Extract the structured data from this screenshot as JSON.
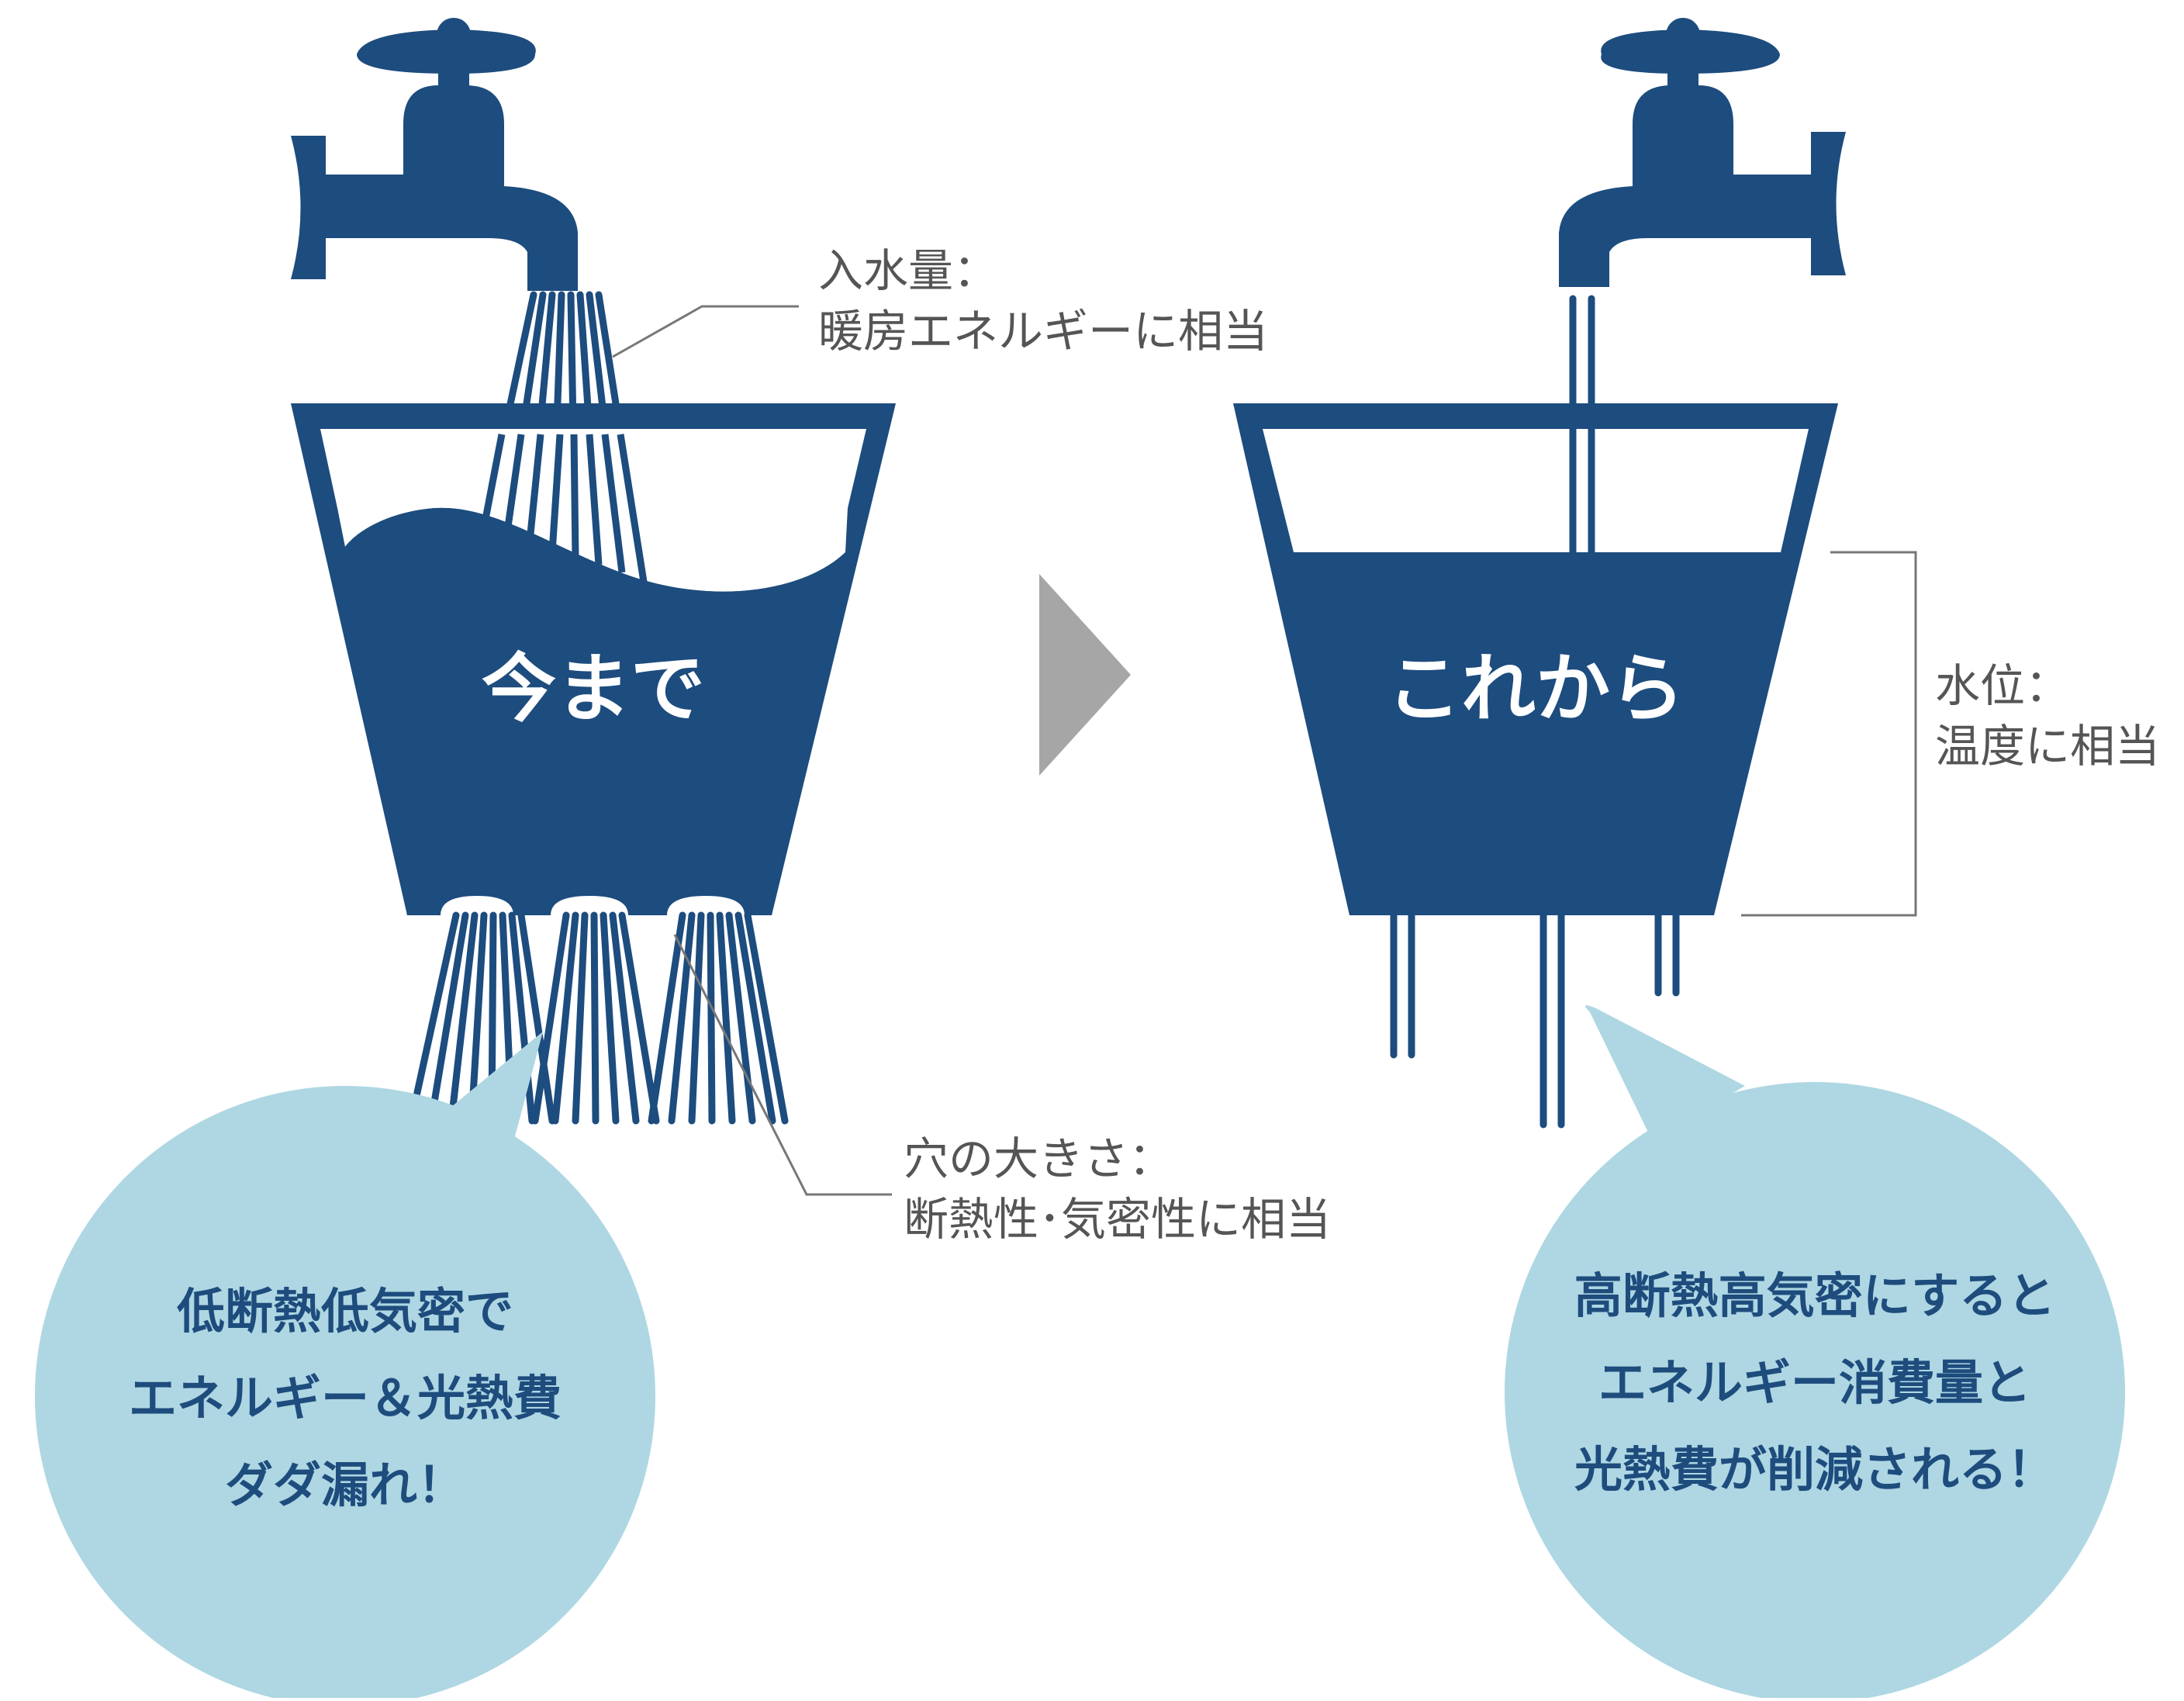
{
  "colors": {
    "primary": "#1d4c7e",
    "bubble": "#aed7e3",
    "arrow": "#a6a6a6",
    "annotation_line": "#777777",
    "annotation_text": "#555555"
  },
  "left_panel": {
    "label": "今まで",
    "bubble_lines": [
      "低断熱低気密で",
      "エネルギー＆光熱費",
      "ダダ漏れ！"
    ]
  },
  "right_panel": {
    "label": "これから",
    "bubble_lines": [
      "高断熱高気密にすると",
      "エネルギー消費量と",
      "光熱費が削減される！"
    ]
  },
  "annotations": {
    "inflow": {
      "line1": "入水量：",
      "line2": "暖房エネルギーに相当"
    },
    "holes": {
      "line1": "穴の大きさ：",
      "line2": "断熱性･気密性に相当"
    },
    "water_level": {
      "line1": "水位：",
      "line2": "温度に相当"
    }
  },
  "icons": [
    "faucet-icon",
    "bucket-icon",
    "arrow-right-icon",
    "speech-bubble-icon"
  ]
}
